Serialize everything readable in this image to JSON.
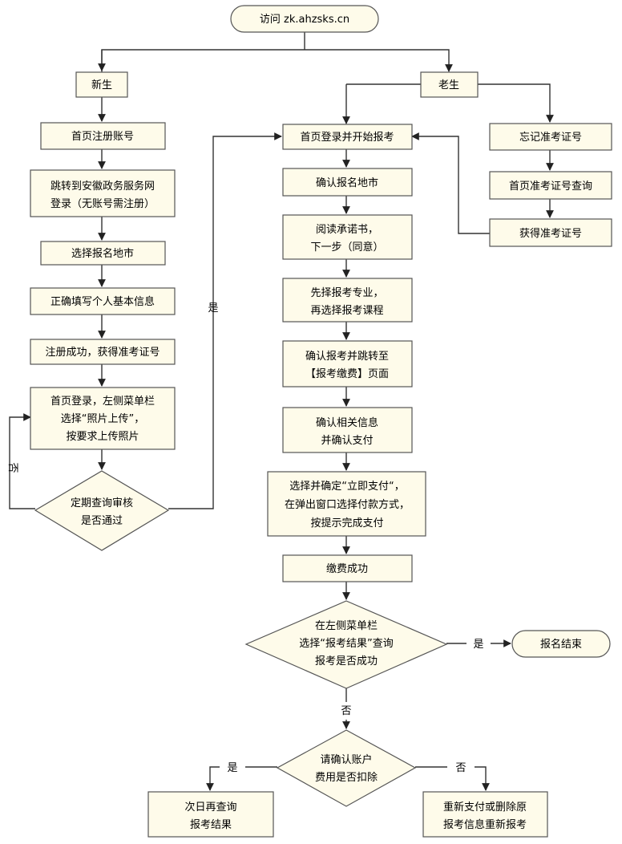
{
  "nodes": {
    "start": "访问 zk.ahzsks.cn",
    "new_student": "新生",
    "old_student": "老生",
    "n1": "首页注册账号",
    "n2": [
      "跳转到安徽政务服务网",
      "登录（无账号需注册）"
    ],
    "n3": "选择报名地市",
    "n4": "正确填写个人基本信息",
    "n5": "注册成功，获得准考证号",
    "n6": [
      "首页登录，左侧菜单栏",
      "选择“照片上传”，",
      "按要求上传照片"
    ],
    "d1": [
      "定期查询审核",
      "是否通过"
    ],
    "m1": "首页登录并开始报考",
    "m2": "确认报名地市",
    "m3": [
      "阅读承诺书，",
      "下一步（同意）"
    ],
    "m4": [
      "先择报考专业，",
      "再选择报考课程"
    ],
    "m5": [
      "确认报考并跳转至",
      "【报考缴费】页面"
    ],
    "m6": [
      "确认相关信息",
      "并确认支付"
    ],
    "m7": [
      "选择并确定“立即支付“，",
      "在弹出窗口选择付款方式，",
      "按提示完成支付"
    ],
    "m8": "缴费成功",
    "d2": [
      "在左侧菜单栏",
      "选择“报考结果”查询",
      "报考是否成功"
    ],
    "end": "报名结束",
    "d3": [
      "请确认账户",
      "费用是否扣除"
    ],
    "r1": [
      "次日再查询",
      "报考结果"
    ],
    "r2": [
      "重新支付或删除原",
      "报考信息重新报考"
    ],
    "o1": "忘记准考证号",
    "o2": "首页准考证号查询",
    "o3": "获得准考证号"
  },
  "labels": {
    "yes": "是",
    "no": "否"
  }
}
